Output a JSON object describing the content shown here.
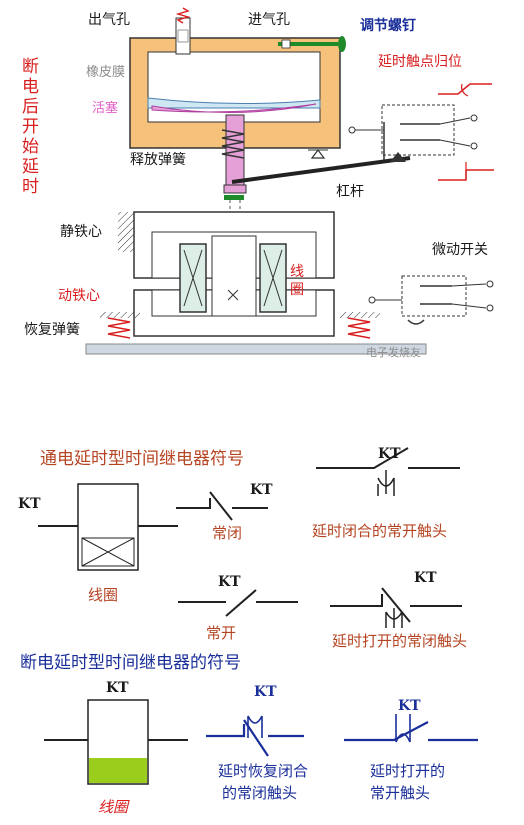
{
  "colors": {
    "body_fill": "#f6c27b",
    "label_dark": "#1a1a1a",
    "label_red": "#d81e1e",
    "label_pink": "#e060c8",
    "label_blue": "#1b2f9a",
    "label_gray": "#8c8c8c",
    "label_brown": "#b54422",
    "contact_blue": "#1b2f9a",
    "coil_fill": "#9acd1c",
    "piston_fill": "#e6a0d8",
    "membrane_fill": "#cfe6f3",
    "core_fill": "#dceee6",
    "green_part": "#1f8a2a"
  },
  "mechanism": {
    "outlet_label": "出气孔",
    "inlet_label": "进气孔",
    "screw_label": "调节螺钉",
    "membrane_label": "橡皮膜",
    "piston_label": "活塞",
    "spring_label": "释放弹簧",
    "lever_label": "杠杆",
    "static_core_label": "静铁心",
    "moving_core_label": "动铁心",
    "coil_label": "线圈",
    "return_spring_label": "恢复弹簧",
    "delay_note": [
      "断",
      "电",
      "后",
      "开",
      "始",
      "延",
      "时"
    ],
    "reset_label": "延时触点归位",
    "microswitch_label": "微动开关",
    "watermark": "电子发烧友"
  },
  "energized": {
    "title": "通电延时型时间继电器符号",
    "coil_tag": "KT",
    "coil_label": "线圈",
    "nc_tag": "KT",
    "nc_label": "常闭",
    "no_tag": "KT",
    "no_label": "常开",
    "delay_close_no_tag": "KT",
    "delay_close_no_label": "延时闭合的常开触头",
    "delay_open_nc_tag": "KT",
    "delay_open_nc_label": "延时打开的常闭触头"
  },
  "deenergized": {
    "title": "断电延时型时间继电器的符号",
    "coil_tag": "KT",
    "coil_label": "线圈",
    "restore_nc_tag": "KT",
    "restore_nc_label_1": "延时恢复闭合",
    "restore_nc_label_2": "的常闭触头",
    "open_no_tag": "KT",
    "open_no_label_1": "延时打开的",
    "open_no_label_2": "常开触头"
  }
}
